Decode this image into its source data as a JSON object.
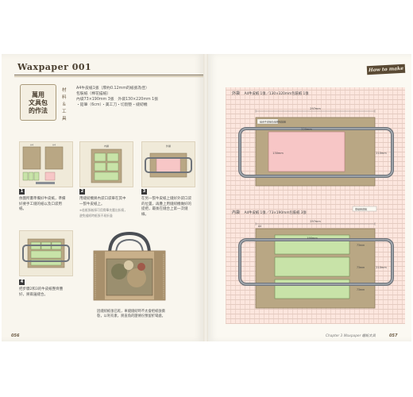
{
  "left_page": {
    "title": "Waxpaper 001",
    "subtitle_lines": [
      "萬用",
      "文具包",
      "的作法"
    ],
    "materials_label": [
      "材料",
      "＆工具"
    ],
    "materials_lines": [
      "A4牛皮紙1張（厚約0.12mm的紙張為佳）",
      "包裝紙（棉花描紙）",
      "內袋73×190mm 3張　外袋130×220mm 1張",
      "・鉛筆（6cm）・美工刀・切割墊・縫紉機"
    ],
    "steps": [
      {
        "num": "1",
        "text": "依圖所畫準備好牛皮紙，準備好要手工縫的紙以及口袋用紙。"
      },
      {
        "num": "2",
        "text": "用縫紉機將內袋口袋車在其中一張牛皮紙上。",
        "note": "※若紙張較厚可用骨筆先壓出折痕，避免縫紉時紙張不易折疊"
      },
      {
        "num": "3",
        "text": "在另一張牛皮紙上縫好外袋口袋的位置，再疊上用縫紉機做好的提把，最後在縫合上第一次縫線。"
      },
      {
        "num": "4",
        "text": "把步驟2和3的牛皮紙整齊疊好，將兩邊縫合。"
      }
    ],
    "step_labels": {
      "s1_a": "A4",
      "s1_b": "A4",
      "s2": "內袋",
      "s3": "外袋"
    },
    "photo_caption": "因縫紉紙張已乾，車縫縫紉時不太會把紙張撕裂，以利有素，將直角的壓條份預留折彎處。",
    "page_number": "056"
  },
  "right_page": {
    "tag": "How to make",
    "outer": {
      "heading": "外袋",
      "spec": "A4牛皮紙 1張／130×320mm包裝紙 1張",
      "note": "縫合牛皮紙及提把包裝紙",
      "dims": {
        "top": "297mm",
        "inner_w": "220mm",
        "h_left": "130mm",
        "h_right": "210mm"
      }
    },
    "inner": {
      "heading": "內袋",
      "spec": "A4牛皮紙 1張／73×190mm包裝紙 3張",
      "note": "車縫完成線",
      "dims": {
        "top": "297mm",
        "inner_w": "190mm",
        "pocket_h": "73mm",
        "total_h": "210mm",
        "label_a4": "A4"
      }
    },
    "chapter": "Chapter 3 Waxpaper 蠟紙文具",
    "page_number": "057"
  },
  "colors": {
    "kraft": "#b9a784",
    "kraft_dark": "#8f7e5f",
    "pocket_green": "#c8e3a8",
    "pocket_pink": "#f7c6c6",
    "handle_grey": "#8a8f96",
    "grid_pink": "#fce6de"
  }
}
